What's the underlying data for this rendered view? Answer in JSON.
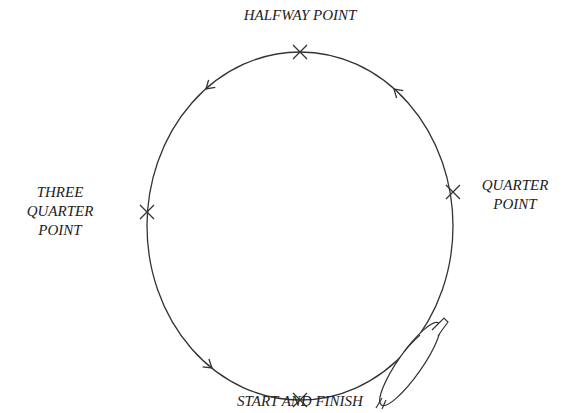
{
  "diagram": {
    "labels": [
      "HALFWAY POINT",
      "QUARTER POINT",
      "THREE QUARTER POINT",
      "START AND FINISH"
    ]
  }
}
